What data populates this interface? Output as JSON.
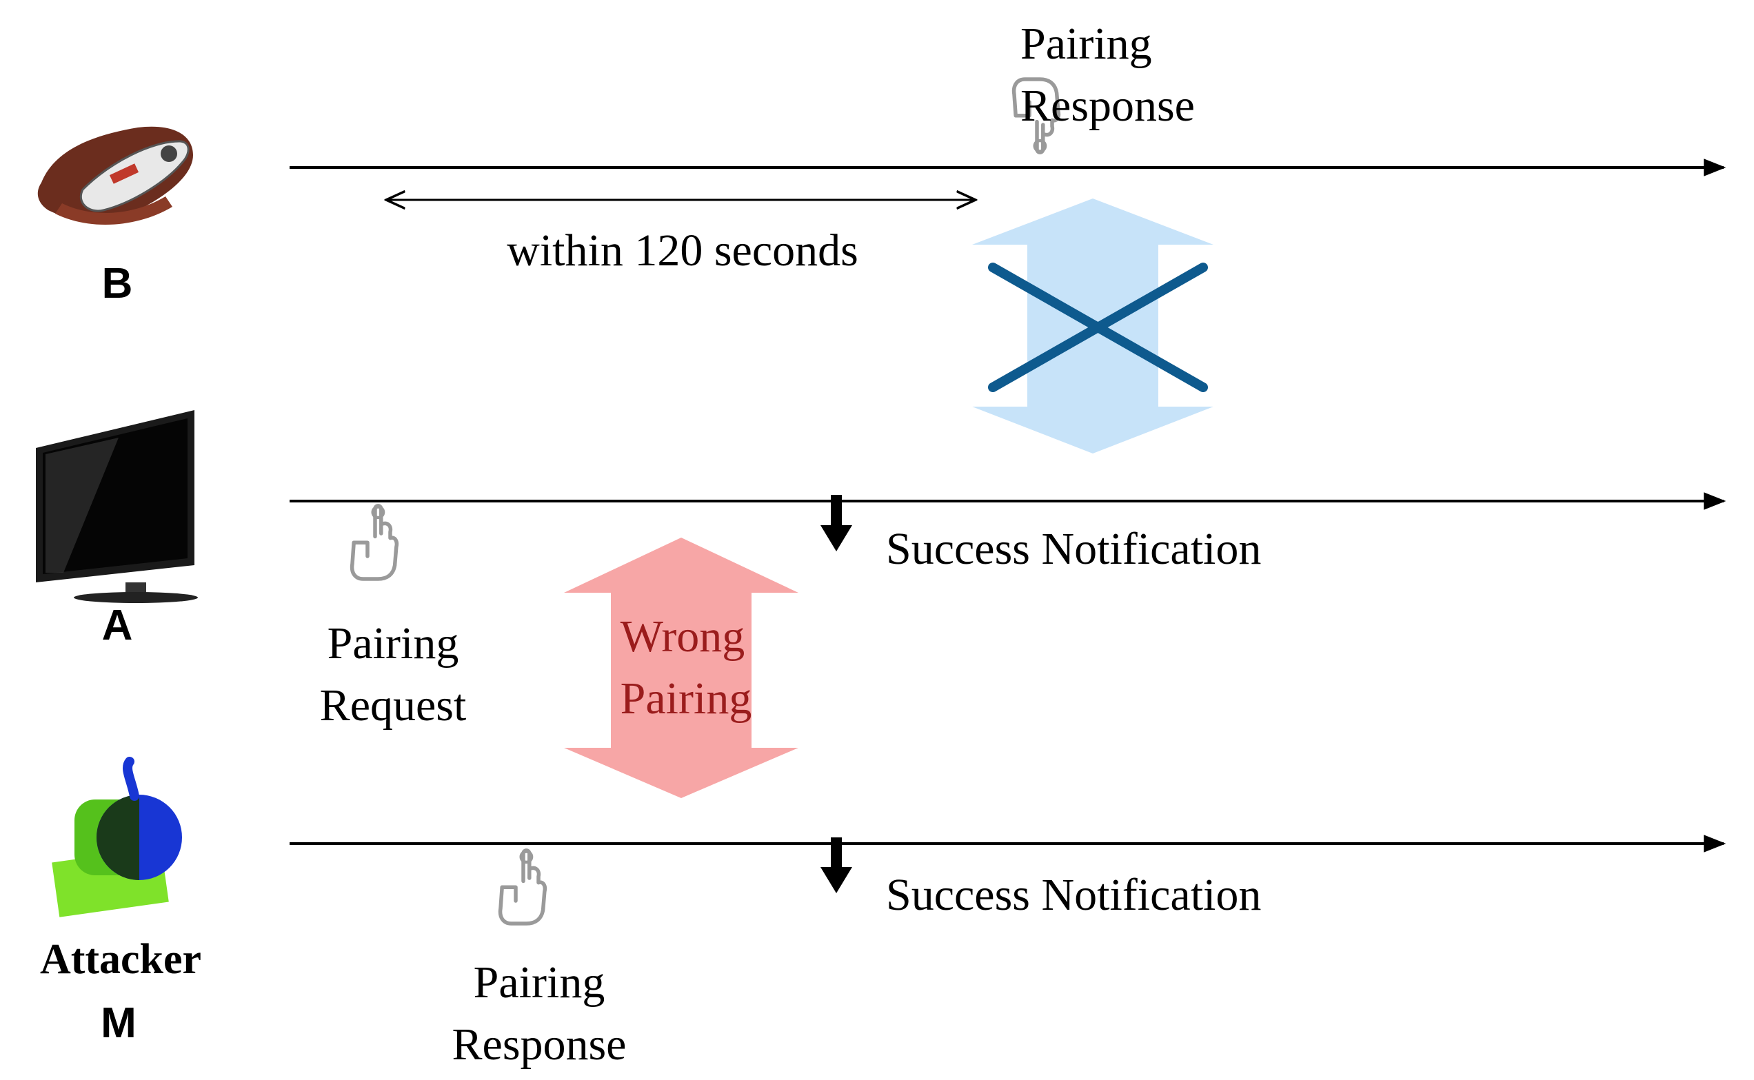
{
  "actors": {
    "b": "B",
    "a": "A",
    "m_line1": "Attacker",
    "m_line2": "M"
  },
  "labels": {
    "b_pairing_response_1": "Pairing",
    "b_pairing_response_2": "Response",
    "time_window": "within 120 seconds",
    "a_pairing_request_1": "Pairing",
    "a_pairing_request_2": "Request",
    "wrong_pairing_1": "Wrong",
    "wrong_pairing_2": "Pairing",
    "a_success": "Success Notification",
    "m_success": "Success Notification",
    "m_pairing_response_1": "Pairing",
    "m_pairing_response_2": "Response"
  },
  "colors": {
    "blocked_arrow": "#c7e3f9",
    "blocked_cross": "#0e5a8e",
    "wrong_arrow": "#f7a6a6",
    "wrong_text": "#9a1c1c",
    "line": "#000000",
    "hand": "#9a9a9a"
  },
  "icons": [
    "remote-hand-icon",
    "tv-icon",
    "attacker-bomb-icon",
    "hand-press-icon"
  ]
}
